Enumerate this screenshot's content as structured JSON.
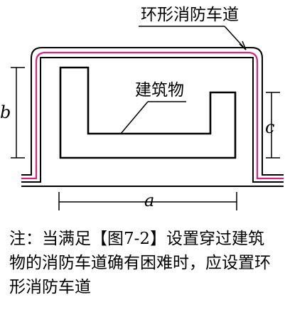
{
  "diagram": {
    "road_label": "环形消防车道",
    "building_label": "建筑物",
    "dim_a": "a",
    "dim_b": "b",
    "dim_c": "c",
    "colors": {
      "outline": "#000000",
      "road_centerline": "#d6257f",
      "background": "#ffffff"
    }
  },
  "note": {
    "text": "注：当满足【图7-2】设置穿过建筑物的消防车道确有困难时，应设置环形消防车道"
  }
}
